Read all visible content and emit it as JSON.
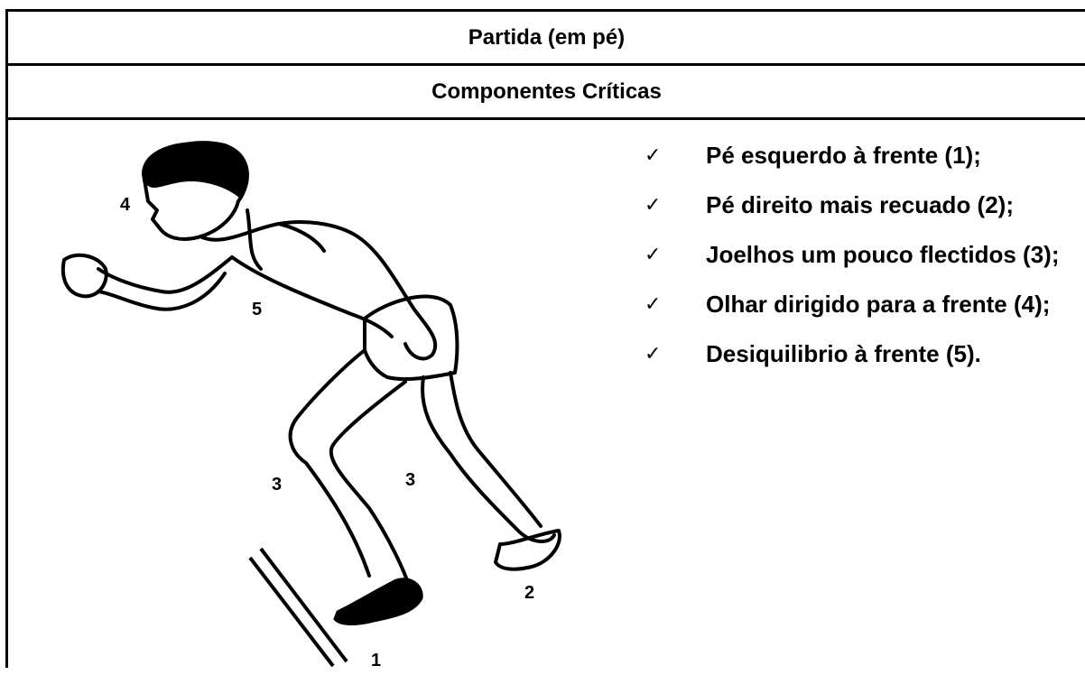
{
  "table": {
    "title": "Partida (em pé)",
    "subtitle": "Componentes Críticas"
  },
  "checklist": {
    "check_icon": "checkmark-icon",
    "items": [
      "Pé esquerdo à frente (1);",
      "Pé direito mais recuado (2);",
      "Joelhos um pouco flectidos (3);",
      "Olhar dirigido para a frente (4);",
      "Desiquilibrio à frente (5)."
    ]
  },
  "figure": {
    "labels": [
      "4",
      "5",
      "3",
      "3",
      "1",
      "2"
    ]
  }
}
